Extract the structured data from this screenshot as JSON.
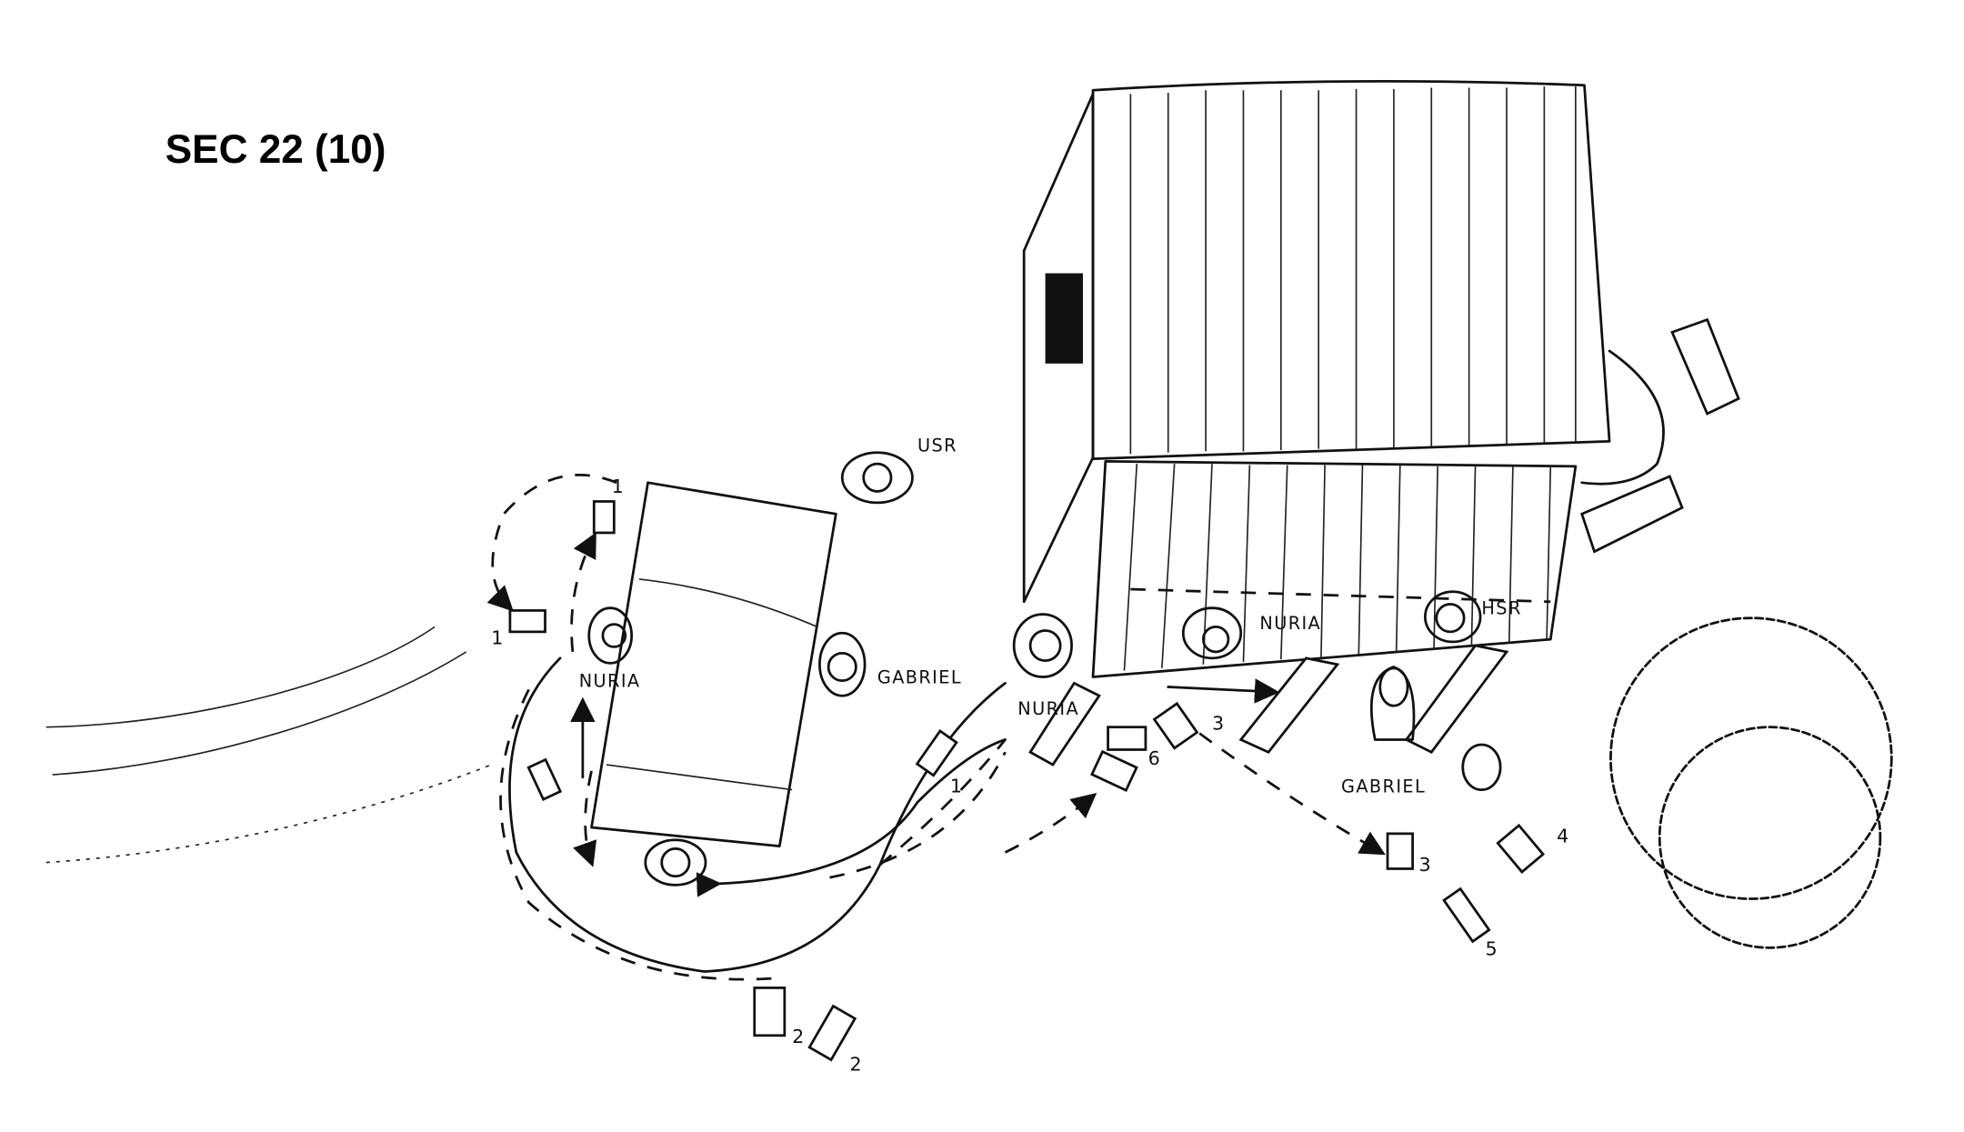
{
  "title": "SEC 22 (10)",
  "characters": {
    "usr": "USR",
    "nuria_car": "NURIA",
    "gabriel_car": "GABRIEL",
    "nuria_porch_corner": "NURIA",
    "nuria_porch": "NURIA",
    "hsr": "HSR",
    "gabriel_porch": "GABRIEL"
  },
  "cameras": {
    "cam1_top": "1",
    "cam1_left": "1",
    "cam1_road": "1",
    "cam2_a": "2",
    "cam2_b": "2",
    "cam3_porch": "3",
    "cam6": "6",
    "cam3_yard": "3",
    "cam4": "4",
    "cam5": "5"
  }
}
